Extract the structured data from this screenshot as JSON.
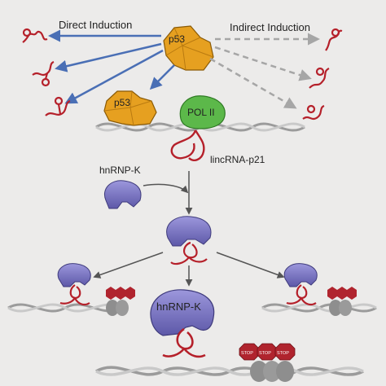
{
  "labels": {
    "direct_induction": "Direct Induction",
    "indirect_induction": "Indirect Induction",
    "p53": "p53",
    "pol_ii": "POL II",
    "lincrna": "lincRNA-p21",
    "hnrnpk": "hnRNP-K",
    "stop": "STOP"
  },
  "colors": {
    "background": "#ecebea",
    "p53_orange": "#e6a020",
    "pol_green": "#5cb84a",
    "rna_red": "#b5202a",
    "direct_arrow_blue": "#4a6fb5",
    "indirect_arrow_gray": "#a6a6a6",
    "hnrnpk_purple": "#7b76c4",
    "stop_red": "#b0242e",
    "dna_gray": "#b5b5b5"
  }
}
